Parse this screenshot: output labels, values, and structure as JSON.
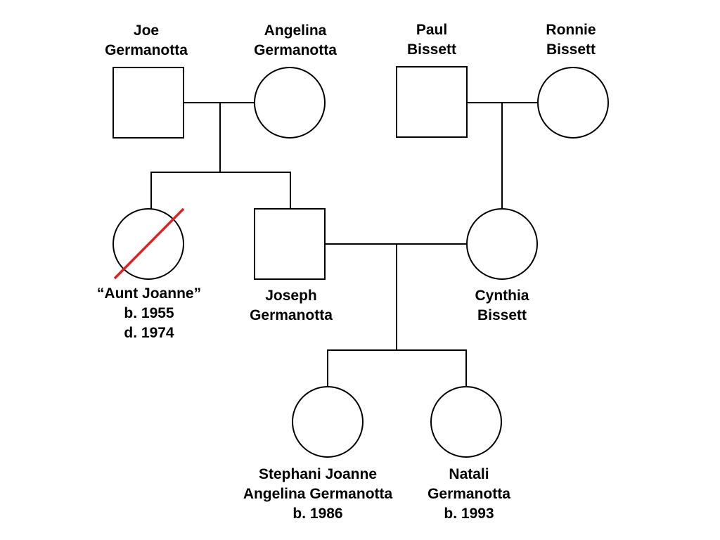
{
  "colors": {
    "line": "#000000",
    "shape_fill": "#ffffff",
    "deceased_mark": "#e02020"
  },
  "people": {
    "joe_germanotta": {
      "sex": "male",
      "name_lines": [
        "Joe",
        "Germanotta"
      ]
    },
    "angelina_germanotta": {
      "sex": "female",
      "name_lines": [
        "Angelina",
        "Germanotta"
      ]
    },
    "paul_bissett": {
      "sex": "male",
      "name_lines": [
        "Paul",
        "Bissett"
      ]
    },
    "ronnie_bissett": {
      "sex": "female",
      "name_lines": [
        "Ronnie",
        "Bissett"
      ]
    },
    "aunt_joanne": {
      "sex": "female",
      "deceased": true,
      "name_lines": [
        "“Aunt Joanne”",
        "b. 1955",
        "d. 1974"
      ]
    },
    "joseph_germanotta": {
      "sex": "male",
      "name_lines": [
        "Joseph",
        "Germanotta"
      ]
    },
    "cynthia_bissett": {
      "sex": "female",
      "name_lines": [
        "Cynthia",
        "Bissett"
      ]
    },
    "stephani_germanotta": {
      "sex": "female",
      "name_lines": [
        "Stephani Joanne",
        "Angelina Germanotta",
        "b. 1986"
      ]
    },
    "natali_germanotta": {
      "sex": "female",
      "name_lines": [
        "Natali",
        "Germanotta",
        "b. 1993"
      ]
    }
  },
  "relationships": [
    {
      "partners": [
        "joe_germanotta",
        "angelina_germanotta"
      ],
      "children": [
        "aunt_joanne",
        "joseph_germanotta"
      ]
    },
    {
      "partners": [
        "paul_bissett",
        "ronnie_bissett"
      ],
      "children": [
        "cynthia_bissett"
      ]
    },
    {
      "partners": [
        "joseph_germanotta",
        "cynthia_bissett"
      ],
      "children": [
        "stephani_germanotta",
        "natali_germanotta"
      ]
    }
  ]
}
